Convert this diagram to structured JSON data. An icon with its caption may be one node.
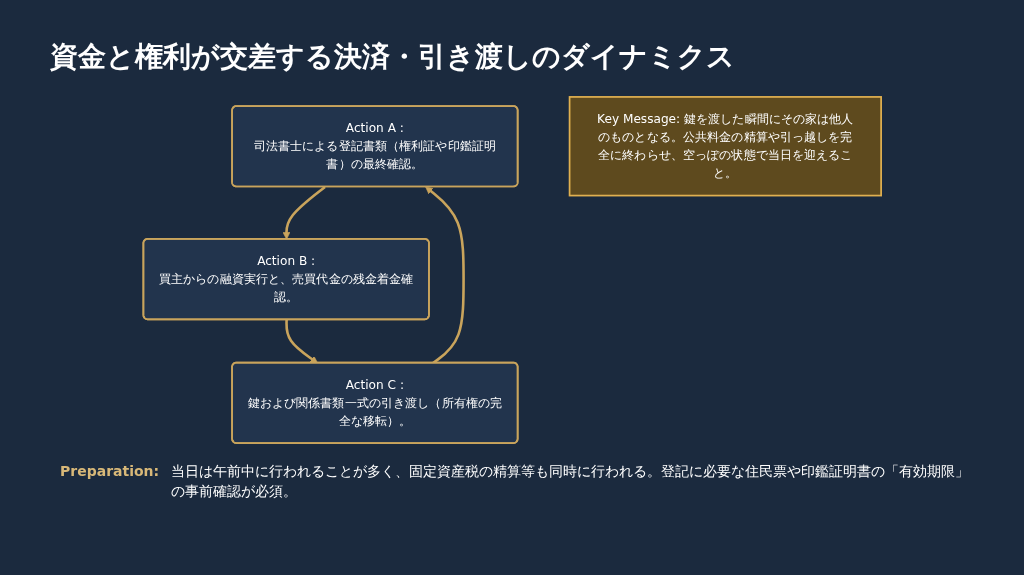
{
  "diagram": {
    "title": "資金と権利が交差する決済・引き渡しのダイナミクス",
    "nodes": [
      {
        "text": [
          "Action A :",
          "司法書士による登記書類（権利証や印鑑証明書）の最終確認。"
        ]
      },
      {
        "text": [
          "Action B :",
          "買主からの融資実行と、売買代金の残金着金確認。"
        ]
      },
      {
        "text": [
          "Action C :",
          "鍵および関係書類一式の引き渡し（所有権の完全な移転）。"
        ]
      },
      {
        "text": [
          "Key Message: 鍵を渡した瞬間にその家は他人のものとなる。公共料金の精算や引っ越しを完全に終わらせ、空っぽの状態で当日を迎えること。"
        ]
      }
    ],
    "edges": [
      {
        "from": 0,
        "to": 1,
        "arrow": "to"
      },
      {
        "from": 1,
        "to": 2,
        "arrow": "to"
      },
      {
        "from": 2,
        "to": 0,
        "arrow": "to"
      }
    ],
    "labels": [
      "Preparation:",
      "当日は午前中に行われることが多く、固定資産税の精算等も同時に行われる。登記に必要な住民票や印鑑証明書の「有効期限」の事前確認が必須。"
    ]
  }
}
